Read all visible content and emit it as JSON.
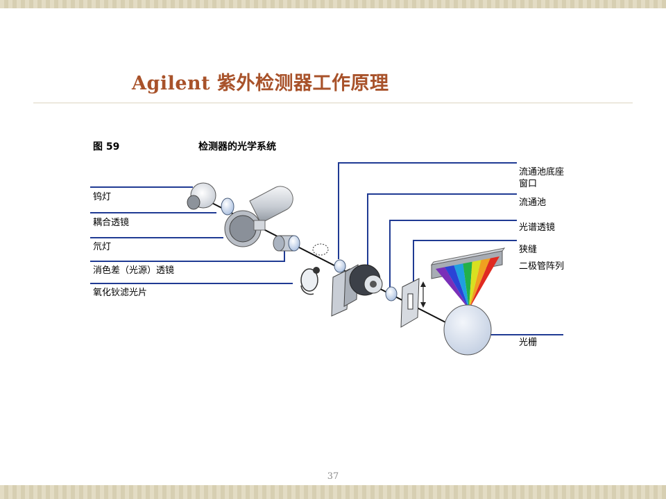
{
  "slide": {
    "title": "Agilent 紫外检测器工作原理",
    "page_number": "37"
  },
  "figure": {
    "number": "图  59",
    "caption": "检测器的光学系统",
    "labels": {
      "tungsten_lamp": "钨灯",
      "coupling_lens": "耦合透镜",
      "deuterium_lamp": "氘灯",
      "achromat_lens": "消色差（光源）透镜",
      "holmium_filter": "氧化钬滤光片",
      "flow_cell_window_line1": "流通池底座",
      "flow_cell_window_line2": "窗口",
      "flow_cell": "流通池",
      "spectrograph_lens": "光谱透镜",
      "slit": "狭缝",
      "diode_array": "二极管阵列",
      "grating": "光栅"
    },
    "colors": {
      "leader_line": "#1f3a93",
      "title": "#a8522a",
      "spectrum": [
        "#7a2fb8",
        "#2a44d6",
        "#1fa0e0",
        "#22b04a",
        "#d8e020",
        "#f0a020",
        "#e02a20"
      ]
    }
  }
}
